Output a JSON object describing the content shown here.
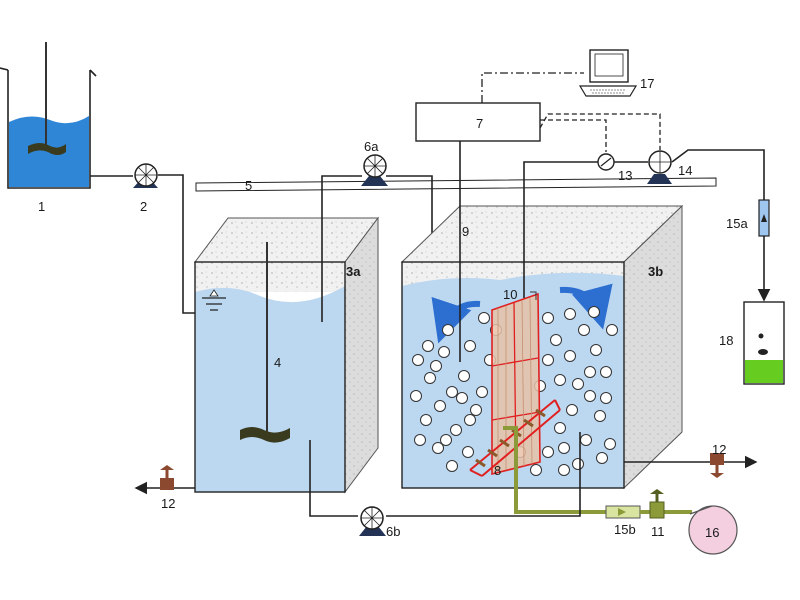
{
  "diagram": {
    "labels": {
      "l1": "1",
      "l2": "2",
      "l3a": "3a",
      "l3b": "3b",
      "l4": "4",
      "l5": "5",
      "l6a": "6a",
      "l6b": "6b",
      "l7": "7",
      "l8": "8",
      "l9": "9",
      "l10": "10",
      "l11": "11",
      "l12_left": "12",
      "l12_right": "12",
      "l13": "13",
      "l14": "14",
      "l15a": "15a",
      "l15b": "15b",
      "l16": "16",
      "l17": "17",
      "l18": "18"
    },
    "colors": {
      "water": "#bcd7f0",
      "beaker_water": "#2f86d6",
      "foam": "#eeeeee",
      "tank_side": "#d9d9d9",
      "membrane_fill": "#e8c2a8",
      "membrane_frame": "#e02020",
      "air_line": "#8c9a3a",
      "pump": "#223355",
      "valve": "#8b4a2f",
      "blower": "#f4cfe0",
      "green_liquid": "#66cc1f",
      "flow_arrow": "#2c6fd1"
    }
  }
}
